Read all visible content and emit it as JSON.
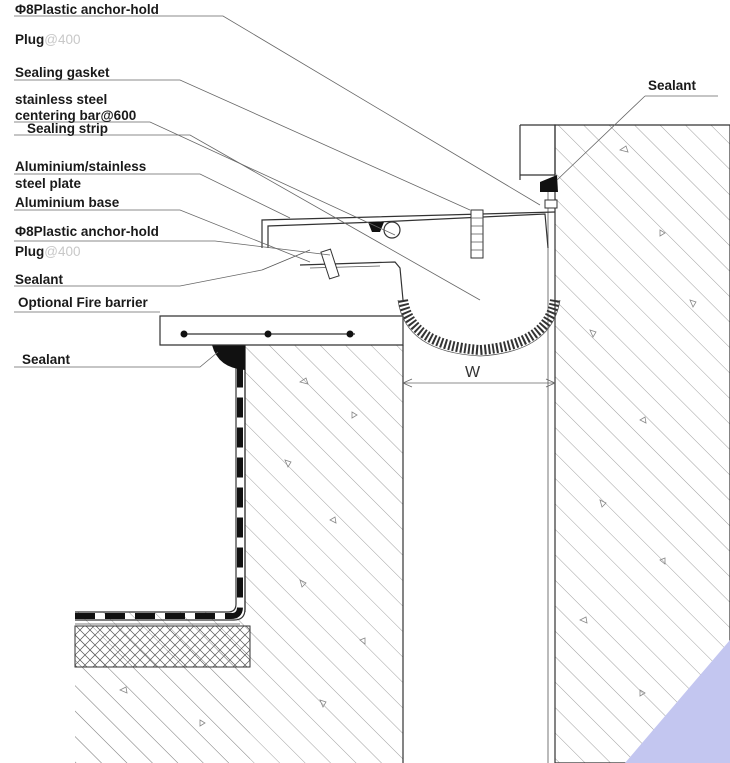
{
  "labels": {
    "anchor_top": "Φ8Plastic anchor-hold",
    "plug_top": "Plug",
    "plug_top_spacing": "@400",
    "sealing_gasket": "Sealing gasket",
    "centering_bar_line1": "stainless steel",
    "centering_bar_line2": "centering bar@600",
    "sealing_strip": "Sealing strip",
    "plate_line1": "Aluminium/stainless",
    "plate_line2": "steel plate",
    "aluminium_base": "Aluminium base",
    "anchor_mid": "Φ8Plastic anchor-hold",
    "plug_mid": "Plug",
    "plug_mid_spacing": "@400",
    "sealant_left": "Sealant",
    "fire_barrier": "Optional Fire barrier",
    "sealant_lower": "Sealant",
    "sealant_right": "Sealant",
    "gap_width": "W"
  },
  "colors": {
    "line": "#333333",
    "label": "#1a1a1a",
    "faded": "#c8c8c8",
    "corner_accent": "#c3c6f0"
  }
}
